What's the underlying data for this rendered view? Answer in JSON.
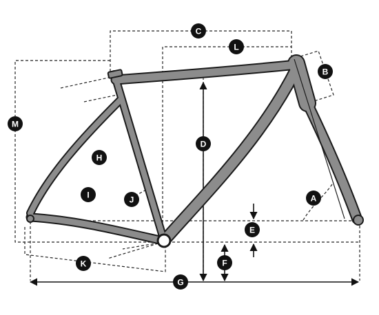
{
  "diagram": {
    "frame_color": "#8c8c8c",
    "outline_color": "#1a1a1a",
    "badge_color": "#111111",
    "badge_text_color": "#ffffff",
    "measurements": [
      {
        "key": "A",
        "label": "A"
      },
      {
        "key": "B",
        "label": "B"
      },
      {
        "key": "C",
        "label": "C"
      },
      {
        "key": "D",
        "label": "D"
      },
      {
        "key": "E",
        "label": "E"
      },
      {
        "key": "F",
        "label": "F"
      },
      {
        "key": "G",
        "label": "G"
      },
      {
        "key": "H",
        "label": "H"
      },
      {
        "key": "I",
        "label": "I"
      },
      {
        "key": "J",
        "label": "J"
      },
      {
        "key": "K",
        "label": "K"
      },
      {
        "key": "L",
        "label": "L"
      },
      {
        "key": "M",
        "label": "M"
      }
    ]
  }
}
